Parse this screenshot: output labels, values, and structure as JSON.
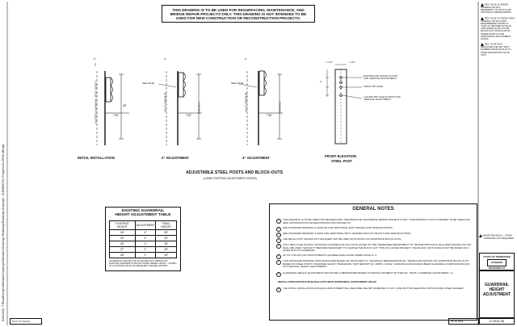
{
  "warning_banner": "THIS DRAWING IS TO BE USED FOR RESURFACING, MAINTENANCE, AND BRIDGE REPAIR PROJECTS ONLY. THIS DRAWING IS NOT INTENDED TO BE USED FOR NEW CONSTRUCTION OR RECONSTRUCTION PROJECTS.",
  "side_margin_text": "T:\\RoadDesign\\Standard Drawings\\Standard Drawings Roadway\\Roadway Drawings - CURRENT\\In Progress\\S-GR26-3M.dgn",
  "side_margin_date": "5/26/2020",
  "revisions": [
    "REV. 05-26-18: ADDED GENERAL NOTE 6; REFERRING TO TDOT'S QPL TECHNICAL MEMORANDUM.",
    "REV. 05-26-19: ADDED NEW GENERAL NOTE 12 AND RENUMBERED NOTES 13 THRU 14. REVISED NOTE 10 AND ADDED NOTE 12 FOR BLOCK-OUT INSTALLATION. ADDED NOTE 13 FOR HORIZONTAL ADJUSTMENT HOLES.",
    "REV. 01-28-2020: REPLACED THE KEY WITH NUMBER FROM 05-26-19 TO FROM ORIGINATING NOTE TEXT."
  ],
  "views": {
    "initial": {
      "title": "INITIAL INSTALLATION",
      "side_label": "EXISTING GUARDRAIL POST HEIGHT",
      "dim_w": "7.50\"",
      "dim_h": "28\"",
      "top_label": "6\""
    },
    "two_inch": {
      "title": "2\" ADJUSTMENT",
      "see_note": "SEE NOTE",
      "side_label": "28 1/2\" MINIMUM",
      "dim_w": "7.50\"",
      "dim_v": "VARIABLE",
      "top_label": "6\""
    },
    "four_inch": {
      "title": "4\" ADJUSTMENT",
      "see_note": "SEE NOTE",
      "side_label": "28 1/2\" MINIMUM",
      "dim_w": "7.50\"",
      "dim_v": "VARIABLE",
      "top_label": "6\""
    },
    "front": {
      "title": "FRONT ELEVATION",
      "subtitle": "STEEL POST",
      "callout1": "EXISTING 5/8\" HOLES IN POST FOR VERTICAL ADJUSTMENT",
      "callout2": "INITIAL 5/8\" HOLE",
      "callout3": "1 EXTRA 5/8\" HOLE IN POST FOR VERTICAL ADJUSTMENT",
      "dim_top": "1 1/2\"",
      "dim_b": "1 1/2\"",
      "dim_c": "2\""
    }
  },
  "section": {
    "title": "ADJUSTABLE STEEL POSTS AND BLOCK-OUTS",
    "subtitle": "(USING EXISTING ADJUSTMENT HOLES)"
  },
  "height_table": {
    "title_line1": "EXISTING GUARDRAIL",
    "title_line2": "HEIGHT ADJUSTMENT TABLE",
    "headers": [
      "EXISTING HEIGHT",
      "ADJUSTMENT",
      "FINAL HEIGHT"
    ],
    "rows": [
      [
        "24\"",
        "4\"",
        "28\""
      ],
      [
        "25\"",
        "4\"",
        "29\""
      ],
      [
        "26\"",
        "2\"",
        "28\""
      ],
      [
        "27\"",
        "2\"",
        "29\""
      ],
      [
        "28\"",
        "0\"",
        "28\""
      ]
    ],
    "footnote": "GUARDRAIL HEIGHTS OF 29 INCHES MAY REMAIN ON EXISTING ROADWAYS WITH POSTED SPEED LIMITS > 40 MPH AT LOCATIONS WITH NO FREQUENT GRADE HISTORY."
  },
  "general_notes": {
    "title": "GENERAL NOTES",
    "items": [
      {
        "n": "1",
        "text": "THIS DRAWING IS TO BE USED FOR RESURFACING, MAINTENANCE, AND BRIDGE REPAIR PROJECTS ONLY. THIS DRAWING IS NOT INTENDED TO BE USED FOR NEW CONSTRUCTION OR RECONSTRUCTION PROJECTS."
      },
      {
        "n": "2",
        "text": "SEE STANDARD DRAWING S-GR26-1M FOR ADDITIONAL POST DETAILS AND SPECIFICATIONS."
      },
      {
        "n": "3",
        "text": "SEE STANDARD DRAWING S-GR10 FOR ADDITIONAL BOLT, WASHER AND NUT DETAILS AND SPECIFICATIONS."
      },
      {
        "n": "4",
        "text": "THE METAL POST SHOWN ON THIS SHEET MAY BE USED WITH WOOD OR COMPOSITE BLOCK-OUTS."
      },
      {
        "n": "5",
        "text": "ONLY RECYCLED PLASTIC OR WOOD GUARDRAIL BLOCK-OUTS LISTED ON THE TENNESSEE DEPARTMENT OF TRANSPORTATION'S QUALIFIED PRODUCTS LIST SHALL BE USED. SHOULD IT BECOME NECESSARY TO CHANGE THE BLOCK-OUT TYPE ON A GIVEN PROJECT, THE BLOCK-OUTS SHOULD NOT BE MIXED ON A GIVEN RUN OF GUARDRAIL."
      },
      {
        "n": "6",
        "text": "UP TO 4\" BLOCK-OUT ADJUSTMENTS HAS BEEN EVALUATED UNDER MASH TL-3."
      },
      {
        "n": "7",
        "text": "THIS STANDARD DRAWING WAS DEVELOPED BASED ON TEXAS A&M TTI, TECHNICAL MEMORANDUM NO. \"PENDULUM TESTING ON COMPOSITE BLOCK-OUTS BASED ON STEEL POSTS\" ROADSIDE SAFETY PROGRAMS, TEST REPORT NO. 405871. MASH: \"GUIDANCE FOR RAISING BEAM GUARDRAIL COMPOSITE BLOCK-OUT FOR RAIL HEIGHT ADJUSTMENT\"."
      },
      {
        "n": "8",
        "text": "GUARDRAIL HEIGHT ADJUSTMENT SHOULD BE COMPENSATED BASED ON PARTIAL PAYMENT OF ITEM NO. 705-06, GUARDRAIL ADJUSTMENT, L.F."
      }
    ],
    "subhead": "INSTALLATION NOTES FOR BLOCK-OUTS WITH HORIZONTAL ADJUSTMENT HOLES",
    "last_item": {
      "n": "9",
      "text": "THE INITIAL INSTALLATION AND EACH ADJUSTMENT WILL REQUIRE ONE 5/8\" DIAMETER X 6 1/2\" LONG BUTTON HEAD BOLT WITH ROUND STEEL WASHER."
    }
  },
  "revision_legend": {
    "line1": "MINOR REVISION — FHWA",
    "line2": "APPROVAL NOT REQUIRED"
  },
  "title_block": {
    "state": "STATE OF TENNESSEE",
    "dept": "DEPARTMENT OF TRANSPORTATION",
    "logo_text": "STANDARD",
    "title1": "GUARDRAIL",
    "title2": "HEIGHT",
    "title3": "ADJUSTMENT",
    "sheet_no": "S-GR26-3M",
    "date": "05-15-2018",
    "nts": "NOT TO SCALE"
  }
}
